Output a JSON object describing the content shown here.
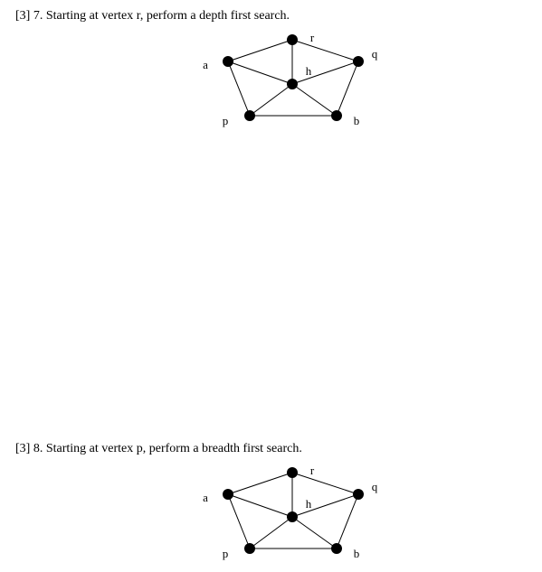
{
  "questions": [
    {
      "text": "[3] 7. Starting at vertex r, perform a depth first search."
    },
    {
      "text": "[3] 8. Starting at vertex p, perform a breadth first search."
    }
  ],
  "graph": {
    "vertices": [
      "r",
      "q",
      "a",
      "h",
      "p",
      "b"
    ],
    "edges": [
      [
        "a",
        "r"
      ],
      [
        "r",
        "q"
      ],
      [
        "r",
        "h"
      ],
      [
        "a",
        "h"
      ],
      [
        "q",
        "h"
      ],
      [
        "a",
        "p"
      ],
      [
        "q",
        "b"
      ],
      [
        "p",
        "h"
      ],
      [
        "b",
        "h"
      ],
      [
        "p",
        "b"
      ]
    ],
    "vertex_color": "#000000",
    "edge_color": "#000000"
  }
}
